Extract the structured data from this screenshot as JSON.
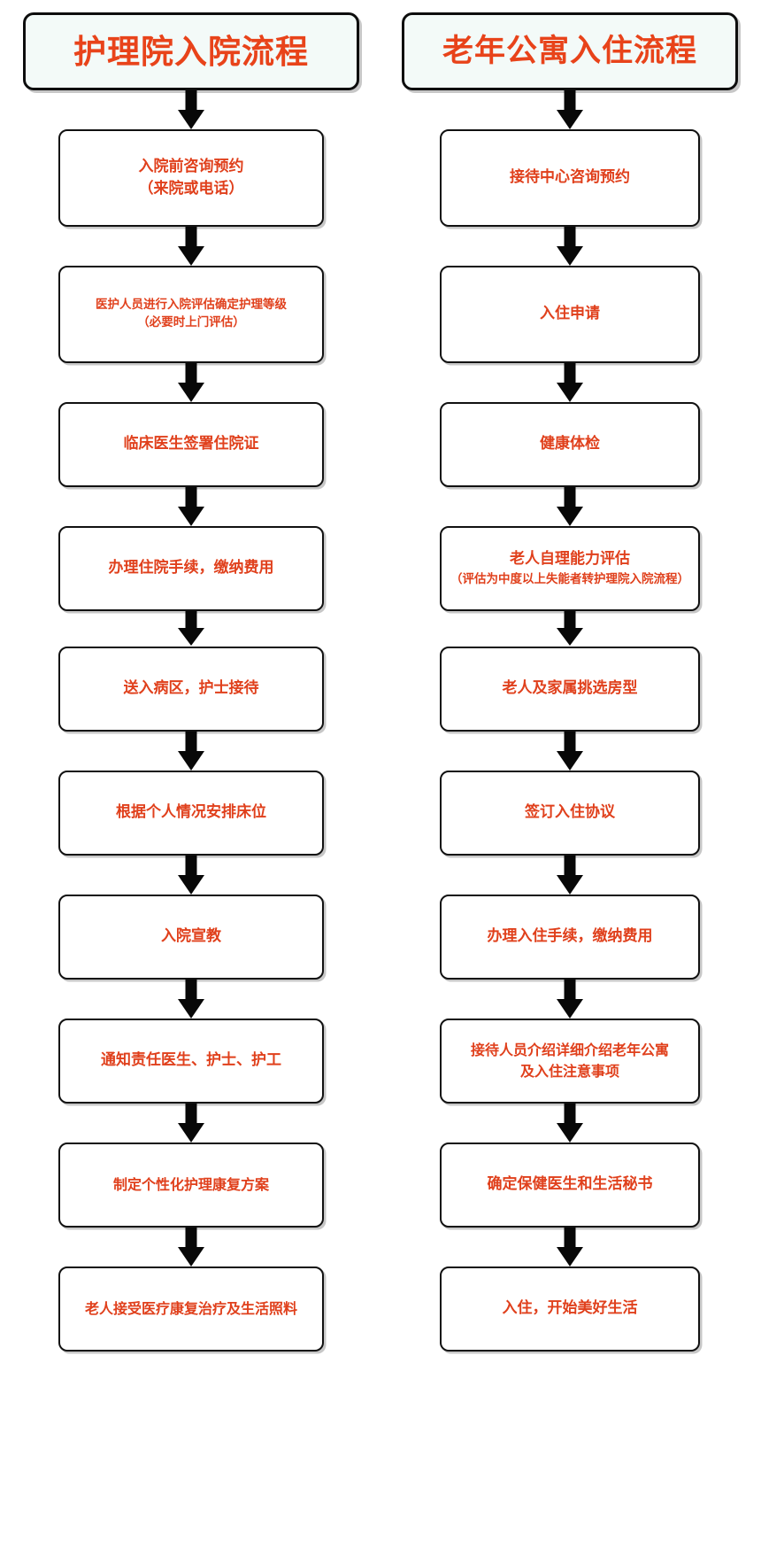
{
  "colors": {
    "text_accent": "#e0401c",
    "title_accent": "#e8431a",
    "border": "#111111",
    "arrow": "#080808",
    "header_bg": "#f3faf8",
    "node_bg": "#ffffff",
    "page_bg": "#ffffff"
  },
  "flow_data": {
    "type": "flowchart",
    "orientation": "vertical",
    "columns": 2,
    "connector": "down-arrow"
  },
  "columns": [
    {
      "id": "nursing-home-admission",
      "header": "护理院入院流程",
      "steps": [
        {
          "lines": [
            "入院前咨询预约",
            "（来院或电话）"
          ]
        },
        {
          "lines": [
            "医护人员进行入院评估确定护理等级",
            "（必要时上门评估）"
          ]
        },
        {
          "lines": [
            "临床医生签署住院证"
          ]
        },
        {
          "lines": [
            "办理住院手续，缴纳费用"
          ]
        },
        {
          "lines": [
            "送入病区，护士接待"
          ]
        },
        {
          "lines": [
            "根据个人情况安排床位"
          ]
        },
        {
          "lines": [
            "入院宣教"
          ]
        },
        {
          "lines": [
            "通知责任医生、护士、护工"
          ]
        },
        {
          "lines": [
            "制定个性化护理康复方案"
          ]
        },
        {
          "lines": [
            "老人接受医疗康复治疗及生活照料"
          ]
        }
      ]
    },
    {
      "id": "senior-apartment-checkin",
      "header": "老年公寓入住流程",
      "steps": [
        {
          "lines": [
            "接待中心咨询预约"
          ]
        },
        {
          "lines": [
            "入住申请"
          ]
        },
        {
          "lines": [
            "健康体检"
          ]
        },
        {
          "lines": [
            "老人自理能力评估",
            "（评估为中度以上失能者转护理院入院流程）"
          ]
        },
        {
          "lines": [
            "老人及家属挑选房型"
          ]
        },
        {
          "lines": [
            "签订入住协议"
          ]
        },
        {
          "lines": [
            "办理入住手续，缴纳费用"
          ]
        },
        {
          "lines": [
            "接待人员介绍详细介绍老年公寓",
            "及入住注意事项"
          ]
        },
        {
          "lines": [
            "确定保健医生和生活秘书"
          ]
        },
        {
          "lines": [
            "入住，开始美好生活"
          ]
        }
      ]
    }
  ]
}
